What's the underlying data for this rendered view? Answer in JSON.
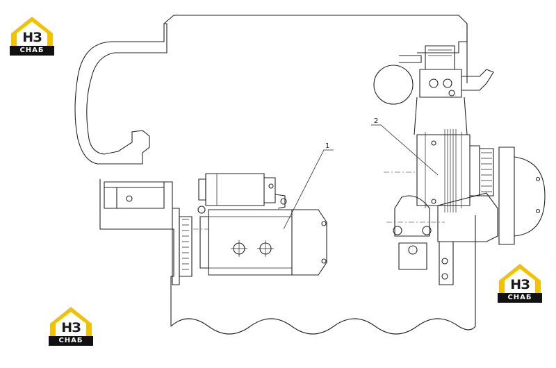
{
  "logo": {
    "wordmark": "НЗ",
    "tagline": "СНАБ",
    "colors": {
      "roof": "#f2c200",
      "dark": "#111111"
    }
  },
  "callouts": [
    {
      "id": "starter",
      "label": "1"
    },
    {
      "id": "alternator",
      "label": "2"
    }
  ],
  "colors": {
    "line": "#222222",
    "background": "#ffffff"
  }
}
